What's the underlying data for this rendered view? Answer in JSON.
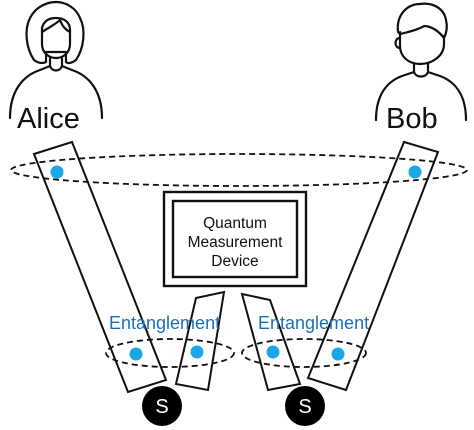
{
  "people": {
    "left": {
      "name": "Alice",
      "icon": "woman-avatar-icon"
    },
    "right": {
      "name": "Bob",
      "icon": "man-avatar-icon"
    }
  },
  "device": {
    "line1": "Quantum",
    "line2": "Measurement",
    "line3": "Device"
  },
  "entanglement": {
    "left_label": "Entanglement",
    "right_label": "Entanglement"
  },
  "sources": {
    "left_label": "S",
    "right_label": "S"
  },
  "colors": {
    "particle": "#1ba7e6",
    "entanglement_text": "#1b6fb8",
    "stroke": "#111111",
    "source_fill": "#000000"
  }
}
